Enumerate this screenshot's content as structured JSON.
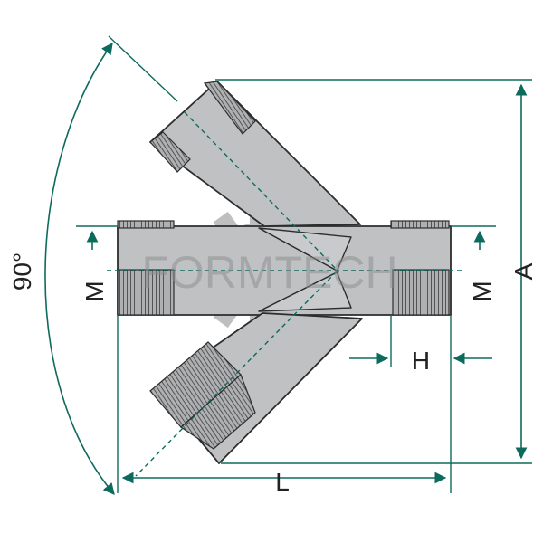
{
  "labels": {
    "angle": "90°",
    "height_total": "A",
    "thread_left": "M",
    "thread_right": "M",
    "thread_length": "H",
    "overall_length": "L"
  },
  "watermark": {
    "text": "FORMTECH"
  },
  "colors": {
    "dimension": "#0d6b5e",
    "body_fill": "#bfc1c3",
    "thread_fill": "#aeb0b2",
    "outline": "#2d2d2d",
    "watermark": "#8a8c8e"
  }
}
